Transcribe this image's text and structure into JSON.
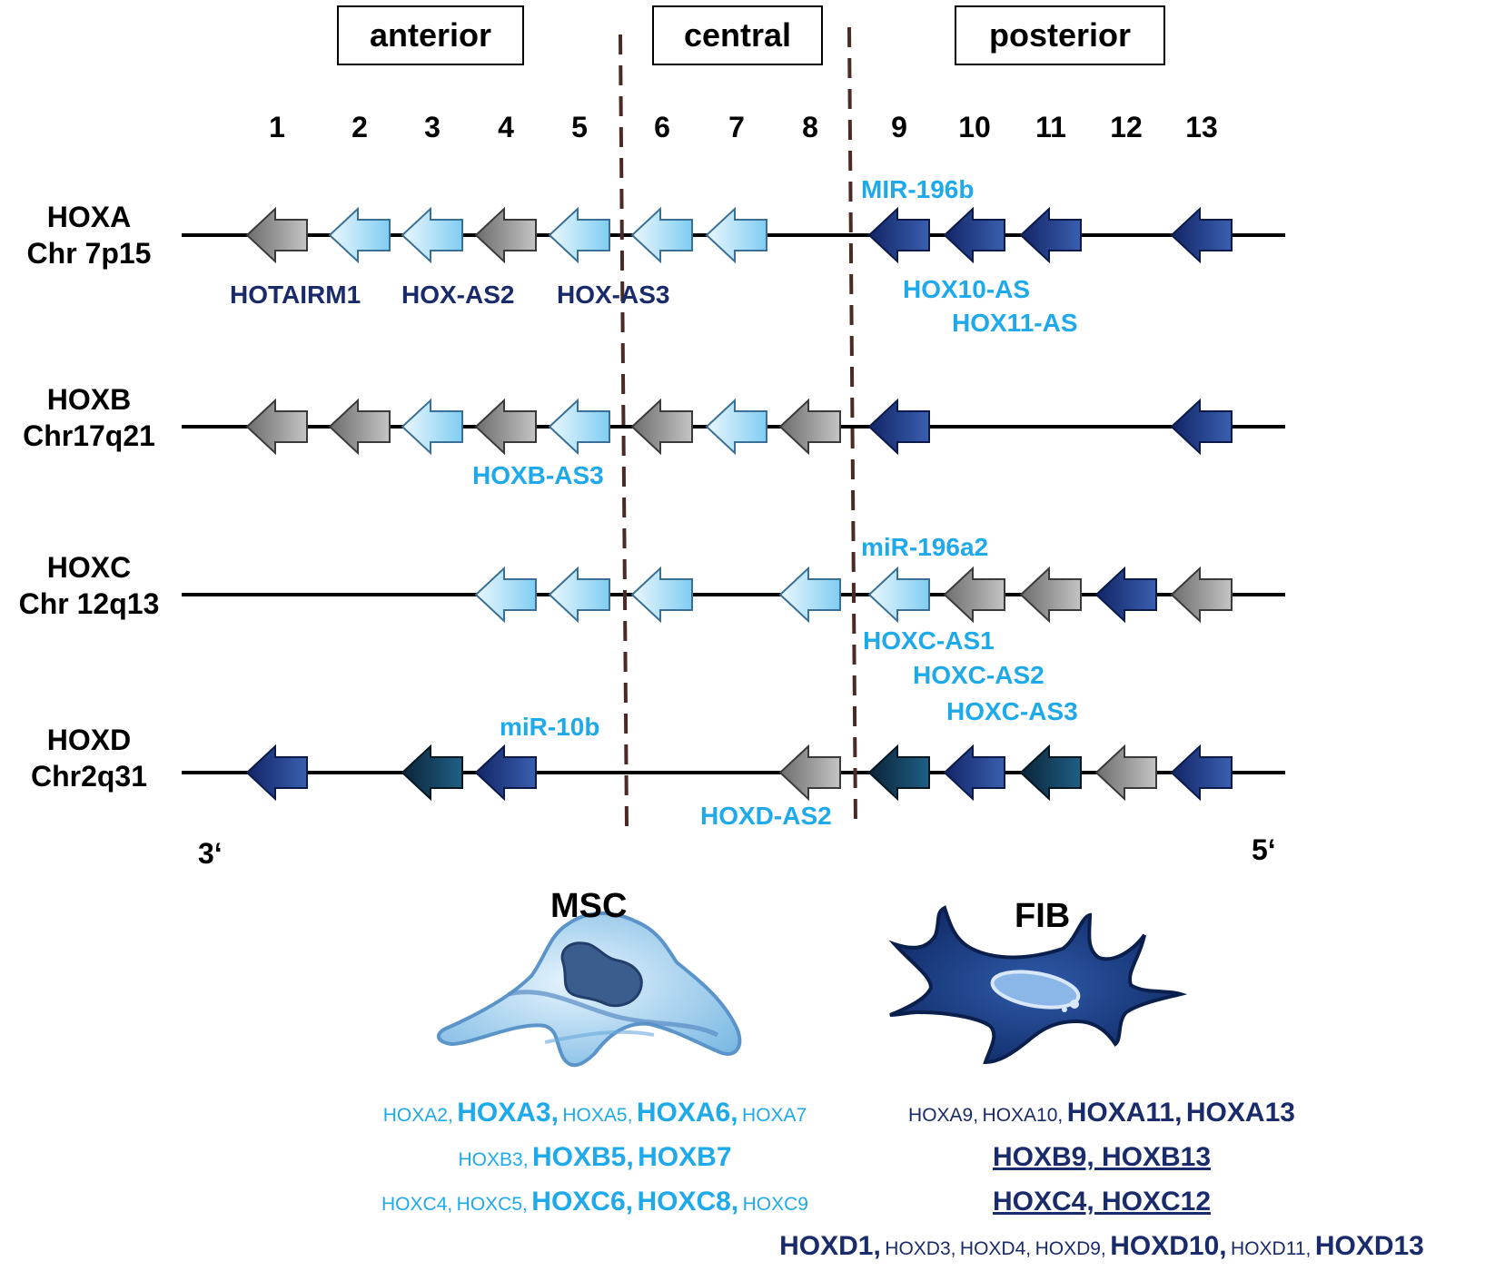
{
  "regions": {
    "anterior": "anterior",
    "central": "central",
    "posterior": "posterior"
  },
  "paralogs": [
    "1",
    "2",
    "3",
    "4",
    "5",
    "6",
    "7",
    "8",
    "9",
    "10",
    "11",
    "12",
    "13"
  ],
  "colors": {
    "grey": "#9a9a9a",
    "light": "#a8dcf5",
    "dark": "#1d3a8a",
    "teal": "#12405e",
    "lightLabel": "#1eaaea",
    "darkLabel": "#1a2b6b"
  },
  "clusters": [
    {
      "name": "HOXA",
      "chr": "Chr 7p15",
      "genes": [
        "grey",
        "light",
        "light",
        "grey",
        "light",
        "light",
        "light",
        null,
        "dark",
        "dark",
        "dark",
        null,
        "dark"
      ]
    },
    {
      "name": "HOXB",
      "chr": "Chr17q21",
      "genes": [
        "grey",
        "grey",
        "light",
        "grey",
        "light",
        "grey",
        "light",
        "grey",
        "dark",
        null,
        null,
        null,
        "dark"
      ]
    },
    {
      "name": "HOXC",
      "chr": "Chr 12q13",
      "genes": [
        null,
        null,
        null,
        "light",
        "light",
        "light",
        null,
        "light",
        "light",
        "grey",
        "grey",
        "dark",
        "grey"
      ]
    },
    {
      "name": "HOXD",
      "chr": "Chr2q31",
      "genes": [
        "dark",
        null,
        "teal",
        "dark",
        null,
        null,
        null,
        "grey",
        "teal",
        "dark",
        "teal",
        "grey",
        "dark"
      ]
    }
  ],
  "annotations": {
    "hotairm1": "HOTAIRM1",
    "hox_as2": "HOX-AS2",
    "hox_as3": "HOX-AS3",
    "mir196b": "MIR-196b",
    "hox10_as": "HOX10-AS",
    "hox11_as": "HOX11-AS",
    "hoxb_as3": "HOXB-AS3",
    "mir196a2": "miR-196a2",
    "hoxc_as1": "HOXC-AS1",
    "hoxc_as2": "HOXC-AS2",
    "hoxc_as3": "HOXC-AS3",
    "mir10b": "miR-10b",
    "hoxd_as2": "HOXD-AS2"
  },
  "ends": {
    "three": "3‘",
    "five": "5‘"
  },
  "cells": {
    "msc": {
      "title": "MSC",
      "rows": [
        [
          {
            "t": "HOXA2,",
            "s": "s"
          },
          {
            "t": "HOXA3,",
            "s": "l"
          },
          {
            "t": "HOXA5,",
            "s": "s"
          },
          {
            "t": "HOXA6,",
            "s": "l"
          },
          {
            "t": "HOXA7",
            "s": "s"
          }
        ],
        [
          {
            "t": "HOXB3,",
            "s": "s"
          },
          {
            "t": "HOXB5,",
            "s": "l"
          },
          {
            "t": "HOXB7",
            "s": "l"
          }
        ],
        [
          {
            "t": "HOXC4,",
            "s": "s"
          },
          {
            "t": "HOXC5,",
            "s": "s"
          },
          {
            "t": "HOXC6,",
            "s": "l"
          },
          {
            "t": "HOXC8,",
            "s": "l"
          },
          {
            "t": "HOXC9",
            "s": "s"
          }
        ]
      ]
    },
    "fib": {
      "title": "FIB",
      "rows": [
        [
          {
            "t": "HOXA9,",
            "s": "s"
          },
          {
            "t": "HOXA10,",
            "s": "s"
          },
          {
            "t": "HOXA11,",
            "s": "l"
          },
          {
            "t": "HOXA13",
            "s": "l"
          }
        ],
        [
          {
            "t": "HOXB9, HOXB13",
            "s": "l",
            "u": true
          }
        ],
        [
          {
            "t": "HOXC4, HOXC12",
            "s": "l",
            "u": true
          }
        ],
        [
          {
            "t": "HOXD1,",
            "s": "l"
          },
          {
            "t": "HOXD3,",
            "s": "s"
          },
          {
            "t": "HOXD4,",
            "s": "s"
          },
          {
            "t": "HOXD9,",
            "s": "s"
          },
          {
            "t": "HOXD10,",
            "s": "l"
          },
          {
            "t": "HOXD11,",
            "s": "s"
          },
          {
            "t": "HOXD13",
            "s": "l"
          }
        ]
      ]
    }
  }
}
